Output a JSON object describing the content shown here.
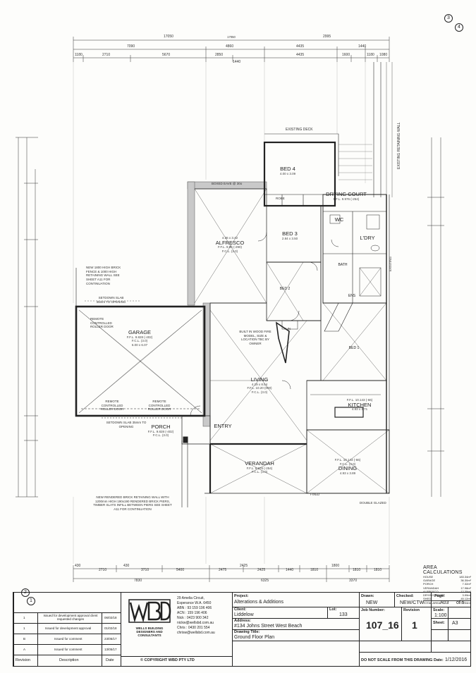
{
  "sheet_refs": {
    "top_a": "3",
    "top_b": "4",
    "left_a": "2",
    "left_b": "1"
  },
  "top_dims": {
    "overall": "17050",
    "row2": [
      "7090",
      "4860",
      "4435",
      "2995",
      "1440"
    ],
    "row3": [
      "1180",
      "2710",
      "5670",
      "2850",
      "4435",
      "1600",
      "1180",
      "1080"
    ],
    "row3b": [
      "1440"
    ]
  },
  "bottom_dims": {
    "row1": [
      "430",
      "2710",
      "430",
      "3710",
      "5400",
      "2475",
      "2425",
      "2425",
      "1440",
      "1810",
      "1800",
      "1810",
      "1810"
    ],
    "row2": [
      "7830",
      "6325",
      "3370"
    ]
  },
  "rooms": [
    {
      "name": "BED 4",
      "size": "4.00 x 3.09"
    },
    {
      "name": "BED 3",
      "size": "2.84 x 3.50"
    },
    {
      "name": "ALFRESCO",
      "size": "4.36 x 3.42",
      "ffl": "F.F.L. 9.96 (-290)",
      "fcl": "F.C.L. (3.0)"
    },
    {
      "name": "GARAGE",
      "size": "6.00 x 6.07",
      "ffl": "F.F.L. 9.828 (-402)",
      "fcl": "F.C.L. (3.0)"
    },
    {
      "name": "LIVING",
      "size": "4.19 x 8.54",
      "ffl": "F.F.L. 10.20 (000)",
      "fcl": "F.C.L. (3.0)"
    },
    {
      "name": "KITCHEN",
      "size": "4.93 x 3.71",
      "ffl": "F.F.L. 10.143 (-66)",
      "fcl": "F.C.L. (3.0)"
    },
    {
      "name": "DINING",
      "size": "4.93 x 3.89",
      "ffl": "F.F.L. 10.143 (-66)",
      "fcl": "F.C.L. (3.0)"
    },
    {
      "name": "VERANDAH",
      "size": "",
      "ffl": "F.F.L. 9.976 (-254)",
      "fcl": "F.C.L. (3.0)"
    },
    {
      "name": "PORCH",
      "size": "",
      "ffl": "F.F.L. 9.828 (-402)",
      "fcl": "F.C.L. (3.0)"
    },
    {
      "name": "ENTRY",
      "size": ""
    },
    {
      "name": "BED 1",
      "size": ""
    },
    {
      "name": "BED 2",
      "size": ""
    },
    {
      "name": "L'DRY",
      "size": ""
    },
    {
      "name": "WC",
      "size": ""
    },
    {
      "name": "BATH",
      "size": ""
    },
    {
      "name": "ENS",
      "size": ""
    },
    {
      "name": "DRYING COURT",
      "size": "",
      "ffl": "F.F.L. 9.976 (-254)"
    }
  ],
  "labels": {
    "existing_deck": "EXISTING DECK",
    "existing_retaining": "EXISTING RETAINING WALL",
    "boxed_eave": "BOXED EAVE @ 30o",
    "robe": "ROBE",
    "linen": "LIN",
    "bath_label": "BATH",
    "wood_fire": "BUILT IN WOOD FIRE MODEL, SIZE & LOCATION TBC BY OWNER",
    "brick_fence": "NEW 1800 HIGH BRICK FENCE & 1000 HIGH RETAINING WALL SEE SHEET A11 FOR CONTINUATION",
    "setdown": "SETDOWN SLAB 35mm TO OPENING",
    "roller1": "REMOTE CONTROLLED ROLLER DOOR",
    "roller2": "REMOTE CONTROLLED ROLLER DOOR",
    "roller3": "REMOTE CONTROLLED ROLLER DOOR",
    "setdown2": "SETDOWN SLAB 35mm TO OPENING",
    "new_brick": "NEW RENDERED BRICK RETAINING WALL WITH 1200mm HIGH 190x190 RENDERED BRICK PIERS, TIMBER SLATS INFILL BETWEEN PIERS SEE SHEET A11 FOR CONTINUATION",
    "double_glazed": "DOUBLE GLAZED",
    "fixed": "FIXED",
    "existing": "EXISTING"
  },
  "area_calculations": {
    "title": "AREA CALCULATIONS",
    "rows": [
      {
        "name": "HOUSE",
        "value": "183.34m²"
      },
      {
        "name": "GARAGE",
        "value": "36.30m²"
      },
      {
        "name": "PORCH",
        "value": "7.32m²"
      },
      {
        "name": "VERANDAH",
        "value": "17.98m²"
      },
      {
        "name": "ALFRESCO",
        "value": "12.35m²"
      },
      {
        "name": "DRYING COURT",
        "value": "3.99m²"
      },
      {
        "name": "SHED",
        "value": "45.12m²"
      },
      {
        "name": "TOTAL AREA",
        "value": "277.34m²"
      }
    ]
  },
  "revisions": {
    "headers": {
      "revision": "Revision",
      "description": "Description",
      "date": "Date"
    },
    "rows": [
      {
        "rev": "1",
        "desc": "Issued for development approval client requested changes",
        "date": "06/02/18"
      },
      {
        "rev": "1",
        "desc": "Issued for development approval",
        "date": "01/02/18"
      },
      {
        "rev": "B",
        "desc": "Issued for comment",
        "date": "23/05/17"
      },
      {
        "rev": "A",
        "desc": "Issued for comment",
        "date": "13/05/17"
      }
    ]
  },
  "company": {
    "logo": "WBD",
    "name": "WELLS BUILDING DESIGNERS AND CONSULTANTS",
    "address1": "29 Amelia Circuit,",
    "address2": "Esperance W.A. 6450",
    "abn": "ABN : 93 159 196 406",
    "acn": "ACN : 159 196 406",
    "nick": "Nick : 0423 900 342",
    "email1": "nickw@wellsbd.com.au",
    "chris": "Chris : 0430 201 554",
    "email2": "chrisw@wellsbd.com.au",
    "copyright": "© COPYRIGHT WBD PTY LTD"
  },
  "project": {
    "project_label": "Project:",
    "project": "Alterations & Additions",
    "client_label": "Client:",
    "client": "Liddelow",
    "lot_label": "Lot:",
    "lot": "133",
    "address_label": "Address:",
    "address": "#134 Johns Street West Beach",
    "title_label": "Drawing Title:",
    "title": "Ground Floor Plan"
  },
  "drawing": {
    "drawn_label": "Drawn:",
    "drawn": "NEW",
    "checked_label": "Checked:",
    "checked": "NEW/CTW",
    "page_label": "Page:",
    "page": "A03",
    "page_of": "of 5",
    "job_label": "Job Number:",
    "job": "107_16",
    "revision_label": "Revision",
    "revision": "1",
    "scale_label": "Scale:",
    "scale": "1:100",
    "sheet_label": "Sheet:",
    "sheet": "A3",
    "noscale": "DO NOT SCALE FROM THIS DRAWING",
    "date_label": "Date:",
    "date": "1/12/2016"
  }
}
